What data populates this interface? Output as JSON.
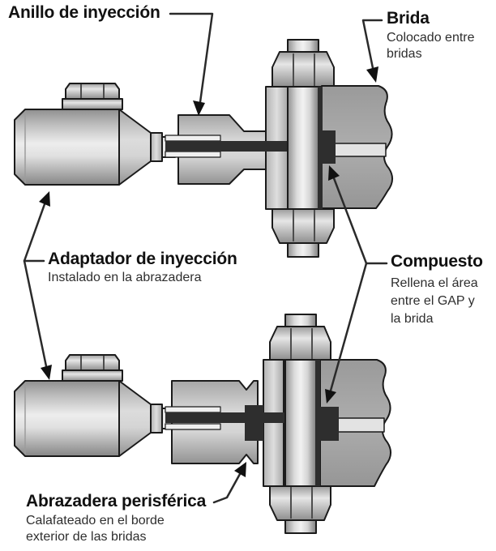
{
  "labels": {
    "anillo": {
      "title": "Anillo de inyección"
    },
    "brida": {
      "title": "Brida",
      "caption1": "Colocado entre",
      "caption2": "bridas"
    },
    "adaptador": {
      "title": "Adaptador de inyección",
      "caption1": "Instalado en la abrazadera"
    },
    "compuesto": {
      "title": "Compuesto",
      "caption1": "Rellena el área",
      "caption2": "entre el GAP y",
      "caption3": "la brida"
    },
    "abrazadera": {
      "title": "Abrazadera perisférica",
      "caption1": "Calafateado en el borde",
      "caption2": "exterior de las bridas"
    }
  },
  "colors": {
    "background": "#ffffff",
    "outline": "#1b1b1b",
    "compound": "#2e2e2e",
    "bore_fill": "#e3e3e3",
    "leader_line": "#2a2a2a",
    "arrowhead": "#111111",
    "label_text": "#111111",
    "caption_text": "#2e2e2e"
  }
}
